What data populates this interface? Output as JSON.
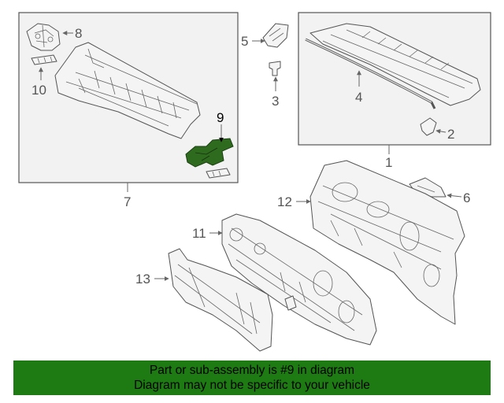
{
  "callouts": {
    "c1": "1",
    "c2": "2",
    "c3": "3",
    "c4": "4",
    "c5": "5",
    "c6": "6",
    "c7": "7",
    "c8": "8",
    "c9": "9",
    "c10": "10",
    "c11": "11",
    "c12": "12",
    "c13": "13"
  },
  "highlighted_part": "9",
  "colors": {
    "highlight": "#2e6b1e",
    "banner": "#1e7a12"
  },
  "banner": {
    "line1": "Part or sub-assembly is #9 in diagram",
    "line2": "Diagram may not be specific to your vehicle"
  }
}
